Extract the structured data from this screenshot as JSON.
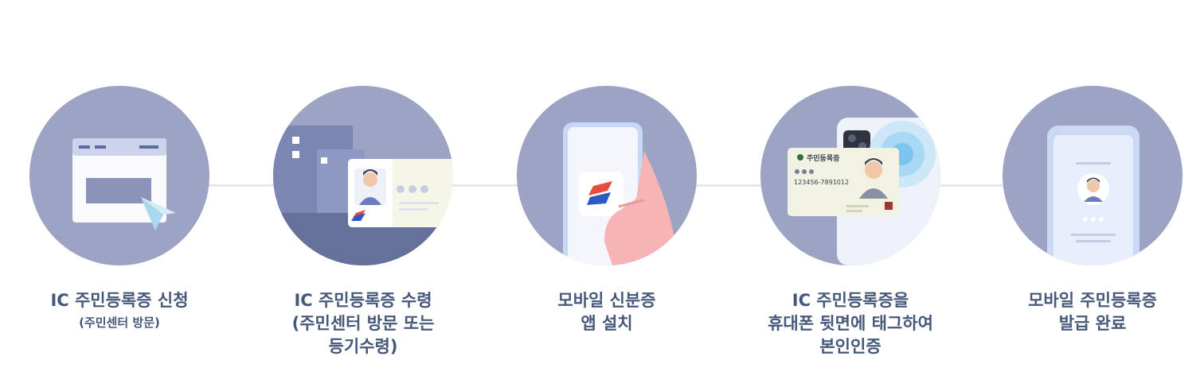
{
  "steps": [
    {
      "line1": "IC 주민등록증 신청",
      "sub": "(주민센터 방문)",
      "icon": "application-window-icon"
    },
    {
      "line1": "IC 주민등록증 수령",
      "line2": "(주민센터 방문 또는",
      "line3": "등기수령)",
      "icon": "id-card-pickup-icon"
    },
    {
      "line1": "모바일 신분증",
      "line2": "앱 설치",
      "icon": "mobile-app-install-icon"
    },
    {
      "line1": "IC 주민등록증을",
      "line2": "휴대폰 뒷면에 태그하여",
      "line3": "본인인증",
      "icon": "nfc-tag-icon"
    },
    {
      "line1": "모바일 주민등록증",
      "line2": "발급 완료",
      "icon": "mobile-id-complete-icon"
    }
  ],
  "card": {
    "title": "주민등록증",
    "number": "123456-7891012"
  },
  "colors": {
    "circle": "#9da4c3",
    "label": "#46587a",
    "connector": "#e6e8ee"
  }
}
